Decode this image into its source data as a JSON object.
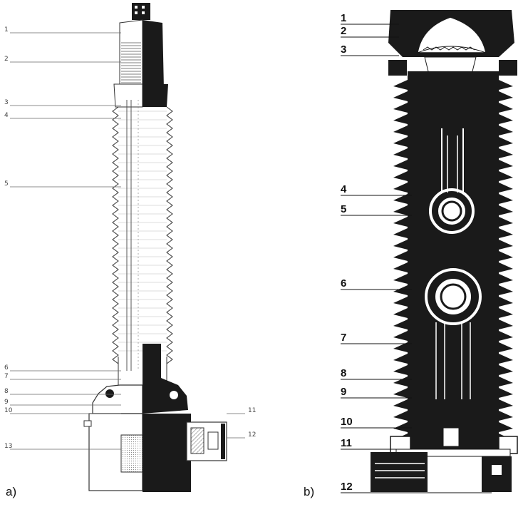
{
  "figure": {
    "panel_a": {
      "label": "a)",
      "callouts": [
        "1",
        "2",
        "3",
        "4",
        "5",
        "6",
        "7",
        "8",
        "9",
        "10",
        "11",
        "12",
        "13"
      ]
    },
    "panel_b": {
      "label": "b)",
      "callouts": [
        "1",
        "2",
        "3",
        "4",
        "5",
        "6",
        "7",
        "8",
        "9",
        "10",
        "11",
        "12"
      ]
    },
    "colors": {
      "ink": "#1a1a1a",
      "paper": "#ffffff",
      "hatch": "#666666"
    }
  }
}
